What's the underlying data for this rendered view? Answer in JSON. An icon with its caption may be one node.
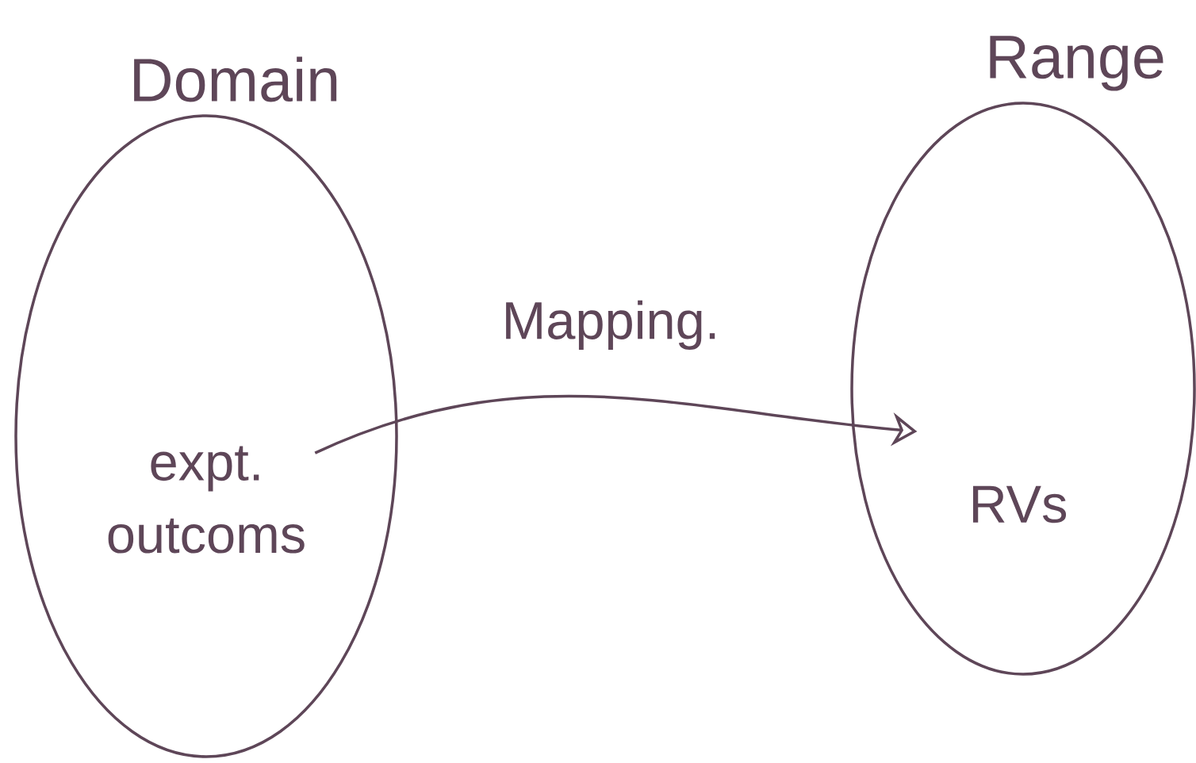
{
  "diagram": {
    "nodes": [
      {
        "text": [
          "Domain"
        ]
      },
      {
        "text": [
          "expt. outcoms"
        ],
        "in": 0
      },
      {
        "text": [
          "Range"
        ]
      },
      {
        "text": [
          "RVs"
        ],
        "in": 2
      }
    ],
    "edges": [
      {
        "from": 1,
        "to": 3,
        "arrow": "to",
        "label": "Mapping."
      }
    ]
  }
}
